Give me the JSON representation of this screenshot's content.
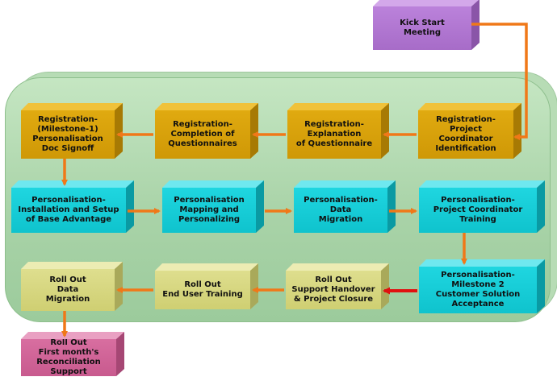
{
  "boxes": {
    "kickstart": "Kick Start\nMeeting",
    "reg_coord": "Registration-\nProject Coordinator\nIdentification",
    "reg_expl": "Registration-\nExplanation\nof Questionnaire",
    "reg_compl": "Registration-\nCompletion of\nQuestionnaires",
    "reg_ms1": "Registration-\n(Milestone-1)\nPersonalisation\nDoc Signoff",
    "pers_install": "Personalisation-\nInstallation and Setup\nof Base Advantage",
    "pers_mapping": "Personalisation\nMapping and\nPersonalizing",
    "pers_data": "Personalisation-\nData\nMigration",
    "pers_training": "Personalisation-\nProject Coordinator\nTraining",
    "pers_ms2": "Personalisation-\nMilestone 2\nCustomer Solution\nAcceptance",
    "ro_support": "Roll Out\nSupport Handover\n& Project Closure",
    "ro_enduser": "Roll Out\nEnd User Training",
    "ro_data": "Roll Out\nData\nMigration",
    "ro_recon": "Roll Out\nFirst month's\nReconciliation Support"
  },
  "colors": {
    "arrow": "#f07818",
    "arrow_red": "#e01010",
    "registration": "#d9a10a",
    "personalisation": "#16cdd7",
    "rollout": "#d8d884",
    "kickstart": "#b47ad4",
    "reconciliation": "#d066986"
  }
}
